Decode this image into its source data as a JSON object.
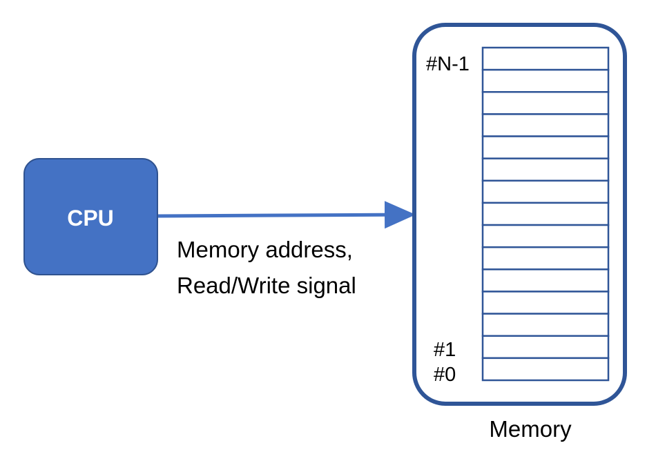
{
  "cpu": {
    "label": "CPU"
  },
  "signal": {
    "line1": "Memory address,",
    "line2": "Read/Write signal"
  },
  "memory": {
    "label": "Memory",
    "slot_count": 15,
    "top_slot_label": "#N-1",
    "slot_1_label": "#1",
    "slot_0_label": "#0"
  },
  "colors": {
    "cpu_fill": "#4472c4",
    "cpu_stroke": "#2f528f",
    "memory_stroke": "#2f5597",
    "arrow": "#4472c4"
  }
}
